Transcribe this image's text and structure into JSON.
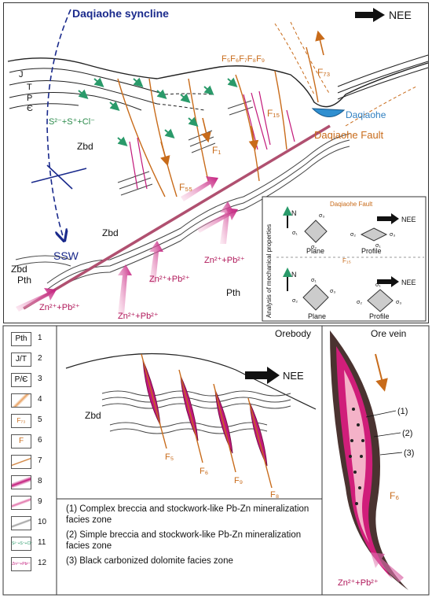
{
  "main": {
    "syncline_label": "Daqiaohe syncline",
    "direction_label": "NEE",
    "strata": [
      "J",
      "T",
      "P",
      "Є"
    ],
    "ions_label": "S²⁻+S⁺+Cl⁻",
    "formations": {
      "zbd1": "Zbd",
      "zbd2": "Zbd",
      "zbd3": "Zbd",
      "pth1": "Pth",
      "pth2": "Pth"
    },
    "ssw_label": "SSW",
    "fault_labels": {
      "f_series": "F₅F₆F₇F₈F₉",
      "f73": "F₇₃",
      "f15": "F₁₅",
      "f1": "F₁",
      "f55": "F₅₅"
    },
    "river_label": "Daqiaohe",
    "fault_name": "Daqiaohe Fault",
    "metal_labels": [
      "Zn²⁺+Pb²⁺",
      "Zn²⁺+Pb²⁺",
      "Zn²⁺+Pb²⁺",
      "Zn²⁺+Pb²⁺"
    ]
  },
  "inset": {
    "vertical_title": "Analysis of mechanical properties",
    "fault_title": "Daqiaohe Fault",
    "f15_label": "F₁₅",
    "north_label": "N",
    "nee_label": "NEE",
    "plane_label": "Plane",
    "profile_label": "Profile",
    "sigma1": "σ₁",
    "sigma2": "σ₂",
    "sigma3": "σ₃"
  },
  "legend": {
    "items": [
      {
        "num": "1",
        "symbol_text": "Pth"
      },
      {
        "num": "2",
        "symbol_text": "J/T"
      },
      {
        "num": "3",
        "symbol_text": "P/Є"
      },
      {
        "num": "4",
        "symbol_text": ""
      },
      {
        "num": "5",
        "symbol_text": "F₇₃"
      },
      {
        "num": "6",
        "symbol_text": "F"
      },
      {
        "num": "7",
        "symbol_text": ""
      },
      {
        "num": "8",
        "symbol_text": ""
      },
      {
        "num": "9",
        "symbol_text": ""
      },
      {
        "num": "10",
        "symbol_text": ""
      },
      {
        "num": "11",
        "symbol_text": "S²⁻+S⁺+Cl⁻"
      },
      {
        "num": "12",
        "symbol_text": "Zn²⁺+Pb²⁺"
      }
    ]
  },
  "orebody": {
    "title": "Orebody",
    "direction_label": "NEE",
    "formation": "Zbd",
    "faults": [
      "F₅",
      "F₆",
      "F₉",
      "F₈"
    ]
  },
  "facies": {
    "items": [
      "(1) Complex breccia and stockwork-like Pb-Zn mineralization facies zone",
      "(2) Simple breccia and stockwork-like Pb-Zn mineralization facies zone",
      "(3) Black carbonized dolomite facies zone"
    ]
  },
  "orevein": {
    "title": "Ore vein",
    "labels": [
      "(1)",
      "(2)",
      "(3)"
    ],
    "fault": "F₆",
    "metal": "Zn²⁺+Pb²⁺"
  },
  "colors": {
    "orange": "#c86b1a",
    "magenta": "#c2187a",
    "pink": "#f3a6c8",
    "navy": "#1a2a8c",
    "green": "#2a9a6a",
    "river": "#2f8fd0"
  }
}
